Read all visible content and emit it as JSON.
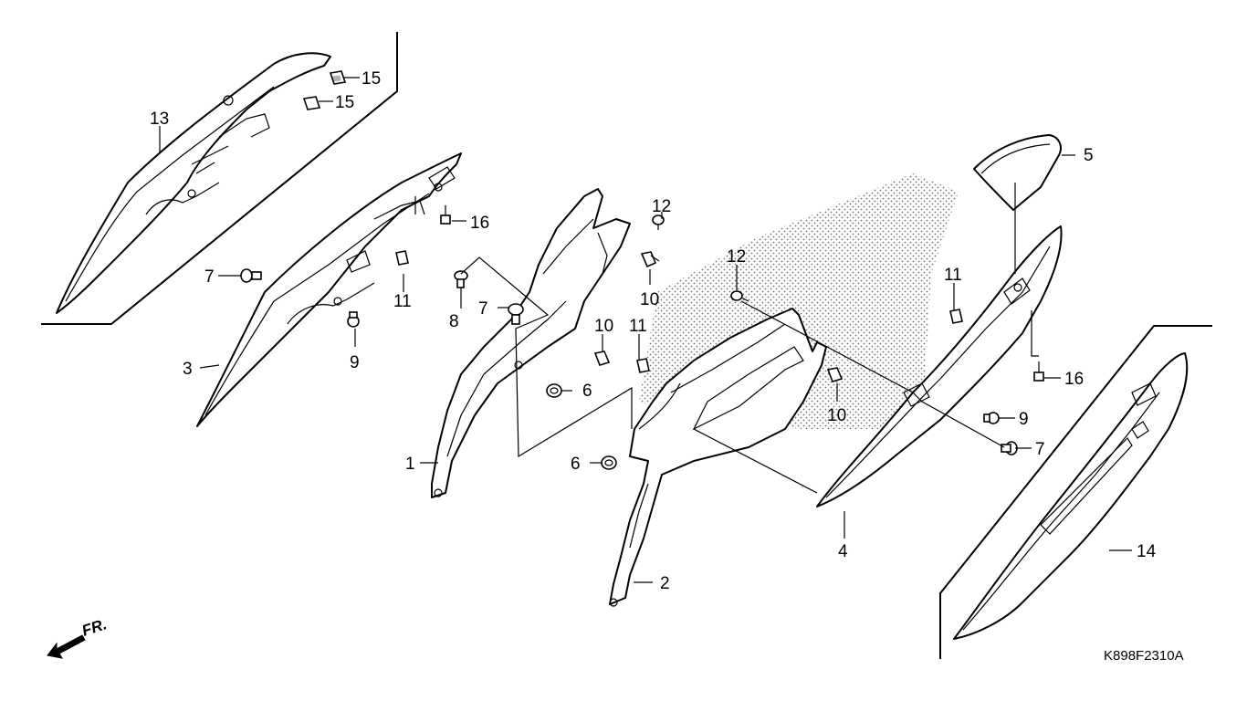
{
  "diagram": {
    "callouts": {
      "c13": "13",
      "c15a": "15",
      "c15b": "15",
      "c16a": "16",
      "c7a": "7",
      "c11a": "11",
      "c9a": "9",
      "c3": "3",
      "c8": "8",
      "c7b": "7",
      "c12a": "12",
      "c10a": "10",
      "c10b": "10",
      "c11b": "11",
      "c6a": "6",
      "c1": "1",
      "c6b": "6",
      "c2": "2",
      "c12b": "12",
      "c10c": "10",
      "c11c": "11",
      "c5": "5",
      "c16b": "16",
      "c9b": "9",
      "c7c": "7",
      "c4": "4",
      "c14": "14"
    },
    "direction_label": "FR.",
    "drawing_code": "K898F2310A"
  }
}
